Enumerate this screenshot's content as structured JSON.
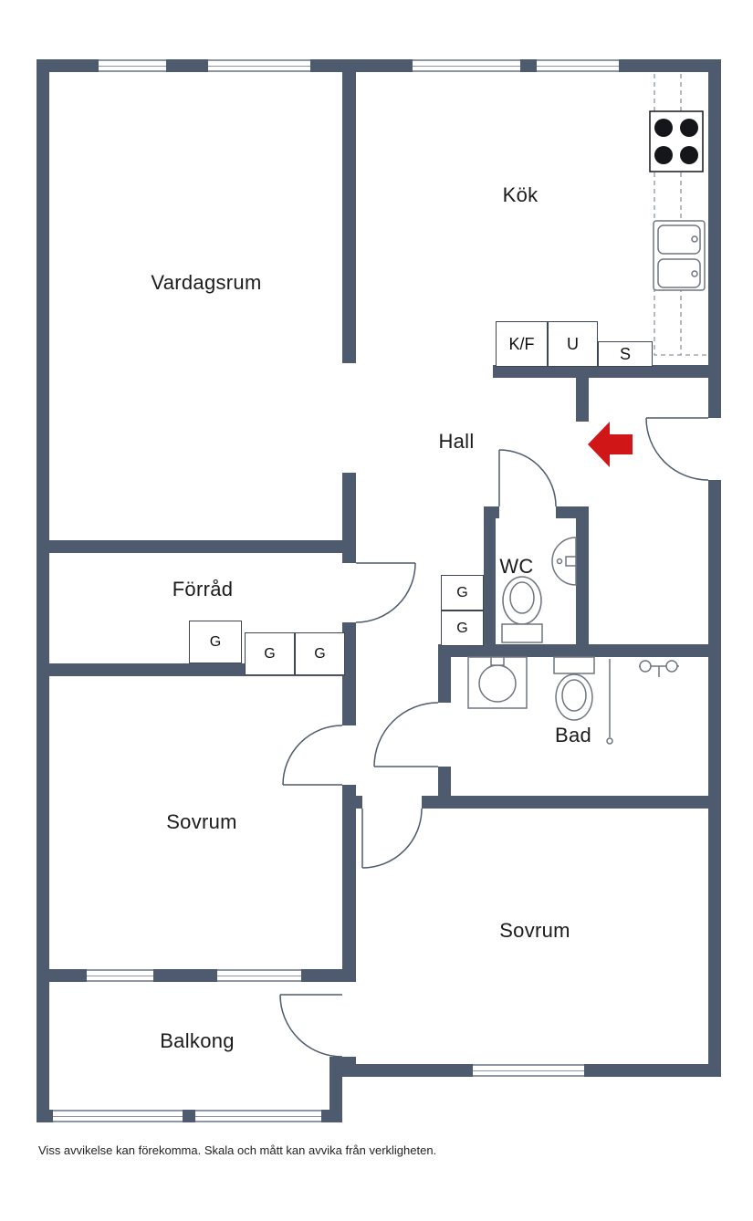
{
  "rooms": {
    "vardagsrum": "Vardagsrum",
    "kok": "Kök",
    "hall": "Hall",
    "forrad": "Förråd",
    "wc": "WC",
    "bad": "Bad",
    "sovrum1": "Sovrum",
    "sovrum2": "Sovrum",
    "balkong": "Balkong"
  },
  "kitchen_units": {
    "kf": "K/F",
    "u": "U",
    "s": "S"
  },
  "cabinets": {
    "g1": "G",
    "g2": "G",
    "g3": "G",
    "hall_g1": "G",
    "hall_g2": "G"
  },
  "footer": {
    "disclaimer": "Viss avvikelse kan förekomma. Skala och mått kan avvika från verkligheten."
  },
  "palette": {
    "wall": "#4e5a6d",
    "entry_arrow": "#d01616",
    "fixture_line": "#6f7580",
    "burner": "#14161a"
  },
  "icons": {
    "entry_arrow": "left-arrow-entrance-marker",
    "stove": "four-burner-cooktop",
    "kitchen_sink": "double-bowl-sink",
    "wc_sink": "half-round-wall-sink",
    "wc_toilet": "toilet",
    "bad_sink": "round-basin",
    "bad_toilet": "toilet",
    "shower": "shower-mixer-and-rail"
  }
}
